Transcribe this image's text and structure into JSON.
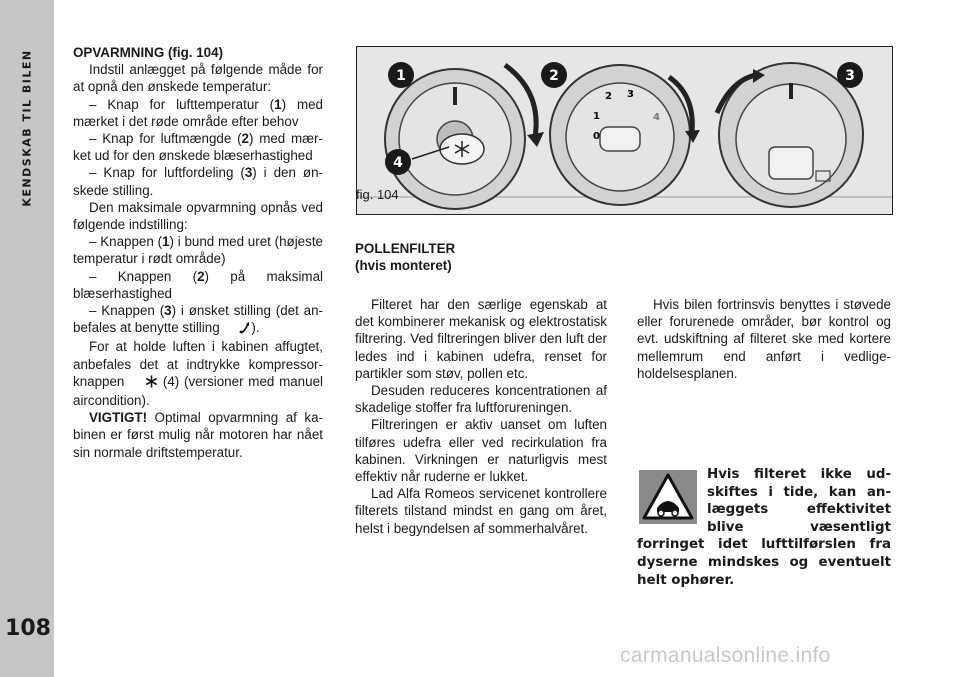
{
  "sidebar": {
    "title": "KENDSKAB TIL BILEN",
    "page_number": "108"
  },
  "heating": {
    "heading": "OPVARMNING (fig. 104)",
    "paragraphs": [
      "Indstil anlægget på følgende måde for at opnå den ønskede temperatur:",
      "– Knap for lufttemperatur (",
      ") med mærket i det røde område efter behov",
      "– Knap for luftmængde (",
      ") med mær­ket ud for den ønskede blæserhastighed",
      "– Knap for luftfordeling (",
      ") i den øn­skede stilling.",
      "Den maksimale opvarmning opnås ved følgende indstilling:",
      "– Knappen (",
      ") i bund med uret (højeste temperatur i rødt område)",
      "– Knappen (",
      ") på maksimal blæserhas­tighed",
      "– Knappen (",
      ") i ønsket stilling (det an­befales at benytte stilling ",
      ").",
      "For at holde luften i kabinen affugtet, anbefales det at indtrykke kompressor­knappen ",
      " (4) (versioner med manuel aircondition).",
      "VIGTIGT!",
      " Optimal opvarmning af ka­binen er først mulig når motoren har nået sin normale driftstemperatur."
    ],
    "refs": [
      "1",
      "2",
      "3"
    ]
  },
  "figure": {
    "caption": "fig. 104",
    "callouts": [
      "1",
      "2",
      "3",
      "4"
    ],
    "fan_labels": [
      "0",
      "1",
      "2",
      "3",
      "4"
    ]
  },
  "pollen": {
    "heading_line1": "POLLENFILTER",
    "heading_line2": "(hvis monteret)",
    "col2": [
      "Filteret har den særlige egenskab at det kombinerer mekanisk og elektrosta­tisk filtrering. Ved filtreringen bliver den luft der ledes ind i kabinen udefra, ren­set for partikler som støv, pollen etc.",
      "Desuden reduceres koncentrationen af skadelige stoffer fra luftforurenin­gen.",
      "Filtreringen er aktiv uanset om luften tilføres udefra eller ved recirkulation fra kabinen. Virkningen er naturligvis mest effektiv når ruderne er lukket.",
      "Lad Alfa Romeos servicenet kontrolle­re filterets tilstand mindst en gang om året, helst i begyndelsen af sommerhalv­året."
    ],
    "col3": [
      "Hvis bilen fortrinsvis benyttes i støvede eller forurenede områder, bør kontrol og evt. udskiftning af filteret ske med kortere mellemrum end anført i vedlige­holdelsesplanen."
    ],
    "warning": "Hvis filteret ikke ud­skiftes i tide, kan an­læggets effektivitet blive væsentligt forringet idet luft­tilførslen fra dyserne mindskes og eventuelt helt ophører."
  },
  "watermark": "carmanualsonline.info",
  "colors": {
    "sidebar": "#c6c6c6",
    "panel": "#e9e9e9",
    "callout": "#1a1a1a"
  },
  "icons": [
    "compressor-snowflake-icon",
    "feet-airflow-icon",
    "warning-triangle-icon"
  ]
}
